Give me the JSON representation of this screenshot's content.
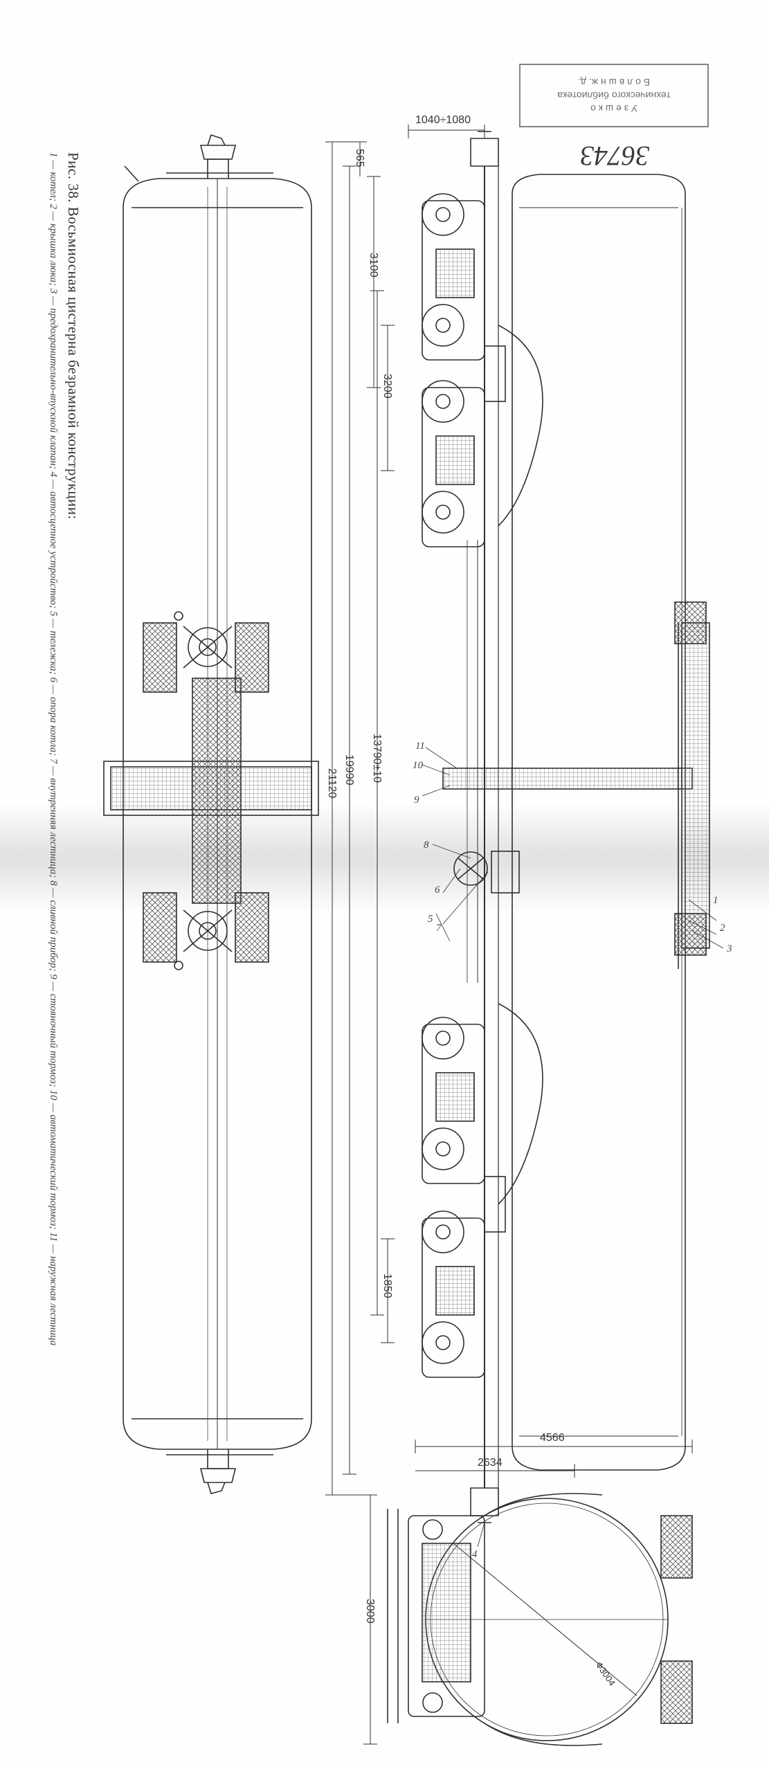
{
  "caption": {
    "title": "Рис. 38. Восьмиосная цистерна безрамной конструкции:",
    "legend": "1 — котел; 2 — крышка люка; 3 — предохранительно-впускной клапан; 4 — автосцепное устройство; 5 — тележка; 6 — опора котла; 7 — внутренняя лестница; 8 — сливной прибор; 9 — стояночный тормоз; 10 — автоматический тормоз; 11 — наружная лестница"
  },
  "stamp": {
    "line1": "У з е ш к о",
    "line2": "технического библиотека",
    "line3": "Б о л в ш н ж. д."
  },
  "inventory_number": "36743",
  "dimensions": {
    "overall_width_top": "1040÷1080",
    "end_offset": "565",
    "bogie_base": "3100",
    "bogie_spacing": "3200",
    "length_bogie_centres": "13790±10",
    "length_over_body": "19990",
    "length_over_couplers": "21120",
    "axle_base": "1850",
    "section_width": "4566",
    "rail_width": "2634",
    "section_height": "3000",
    "boiler_diameter": "Ф3004"
  },
  "callouts": {
    "n1": "1",
    "n2": "2",
    "n3": "3",
    "n4": "4",
    "n5": "5",
    "n6": "6",
    "n7": "7",
    "n8": "8",
    "n9": "9",
    "n10": "10",
    "n11": "11"
  }
}
